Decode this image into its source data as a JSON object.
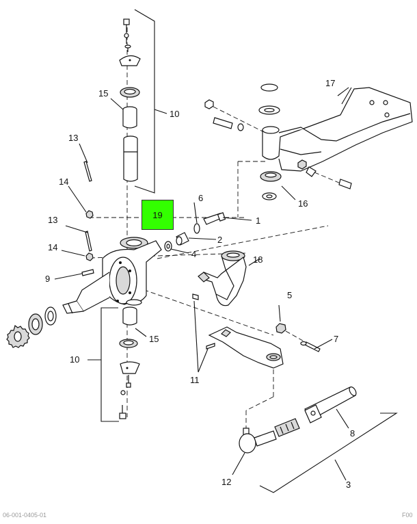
{
  "diagram": {
    "callouts": {
      "c1": "1",
      "c2": "2",
      "c3": "3",
      "c4": "4",
      "c5": "5",
      "c6": "6",
      "c7": "7",
      "c8": "8",
      "c9": "9",
      "c10_top": "10",
      "c10_bottom": "10",
      "c11": "11",
      "c12": "12",
      "c13_top": "13",
      "c13_mid": "13",
      "c14_top": "14",
      "c14_mid": "14",
      "c15_top": "15",
      "c15_bottom": "15",
      "c16": "16",
      "c17": "17",
      "c18": "18"
    },
    "highlighted_callout": "19",
    "highlight_color": "#33ff00"
  },
  "footer": {
    "reference": "06-001-0405-01",
    "page": "F00"
  }
}
